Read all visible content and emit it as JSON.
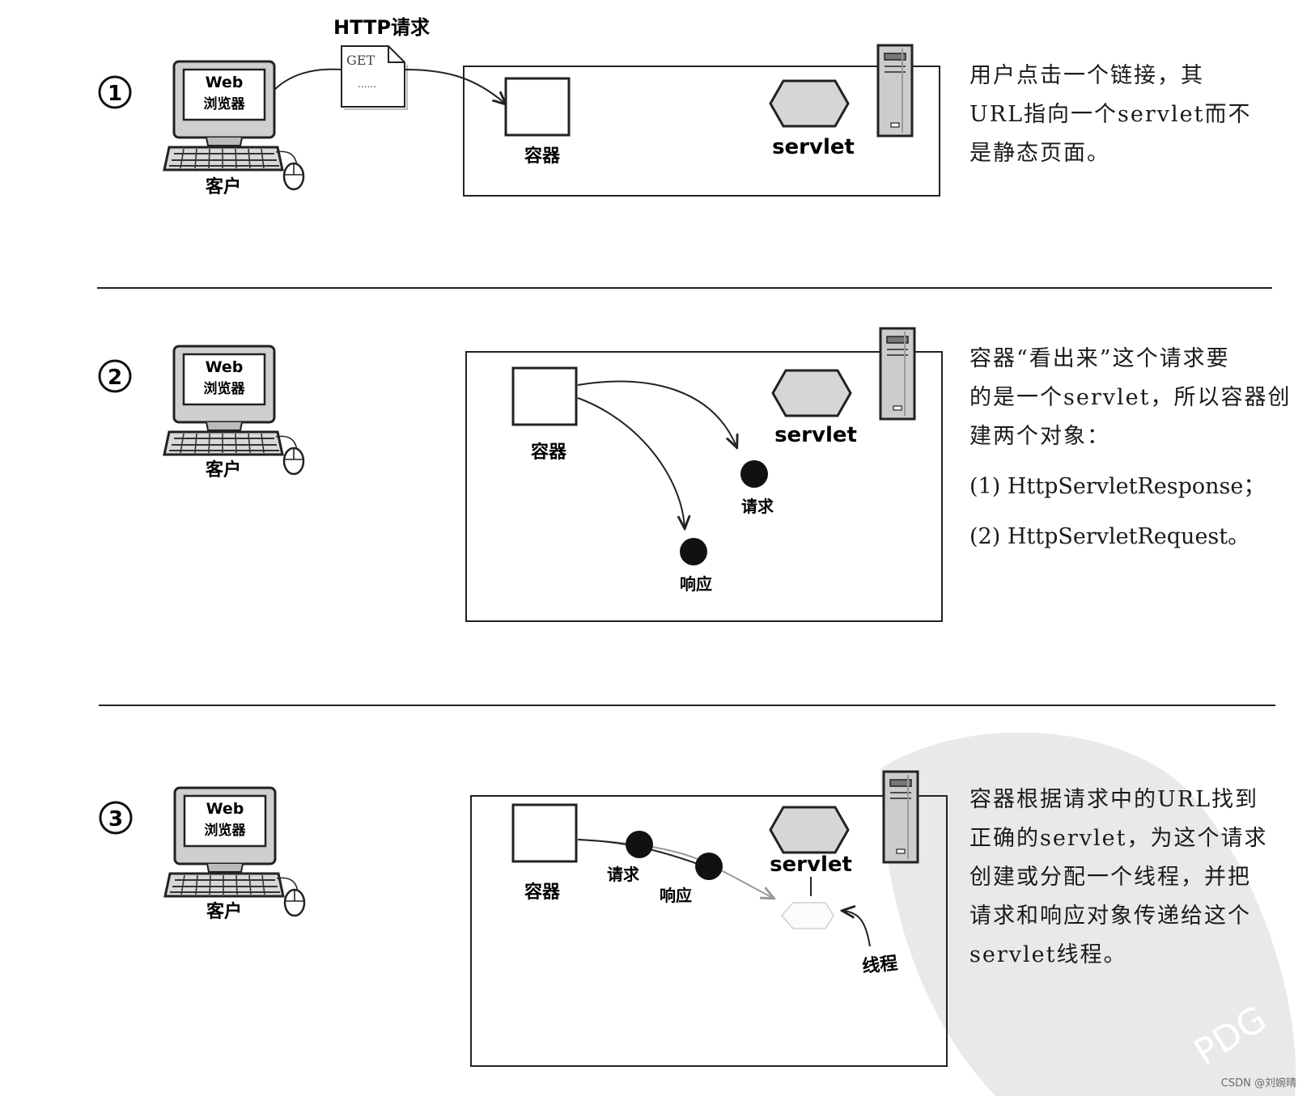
{
  "labels": {
    "http_request": "HTTP请求",
    "get": "GET",
    "dots": "......",
    "browser_line1": "Web",
    "browser_line2": "浏览器",
    "client": "客户",
    "container": "容器",
    "servlet": "servlet",
    "request": "请求",
    "response": "响应",
    "thread": "线程"
  },
  "steps": [
    {
      "number": "1",
      "lines": [
        "用户点击一个链接，其",
        "URL指向一个servlet而不",
        "是静态页面。"
      ]
    },
    {
      "number": "2",
      "lines": [
        "容器“看出来”这个请求要",
        "的是一个servlet，所以容器创",
        "建两个对象："
      ],
      "items": [
        "(1) HttpServletResponse；",
        "(2) HttpServletRequest。"
      ]
    },
    {
      "number": "3",
      "lines": [
        "容器根据请求中的URL找到",
        "正确的servlet，为这个请求",
        "创建或分配一个线程，并把",
        "请求和响应对象传递给这个",
        "servlet线程。"
      ]
    }
  ],
  "watermark": "PDG",
  "credit": "CSDN @刘婉晴"
}
